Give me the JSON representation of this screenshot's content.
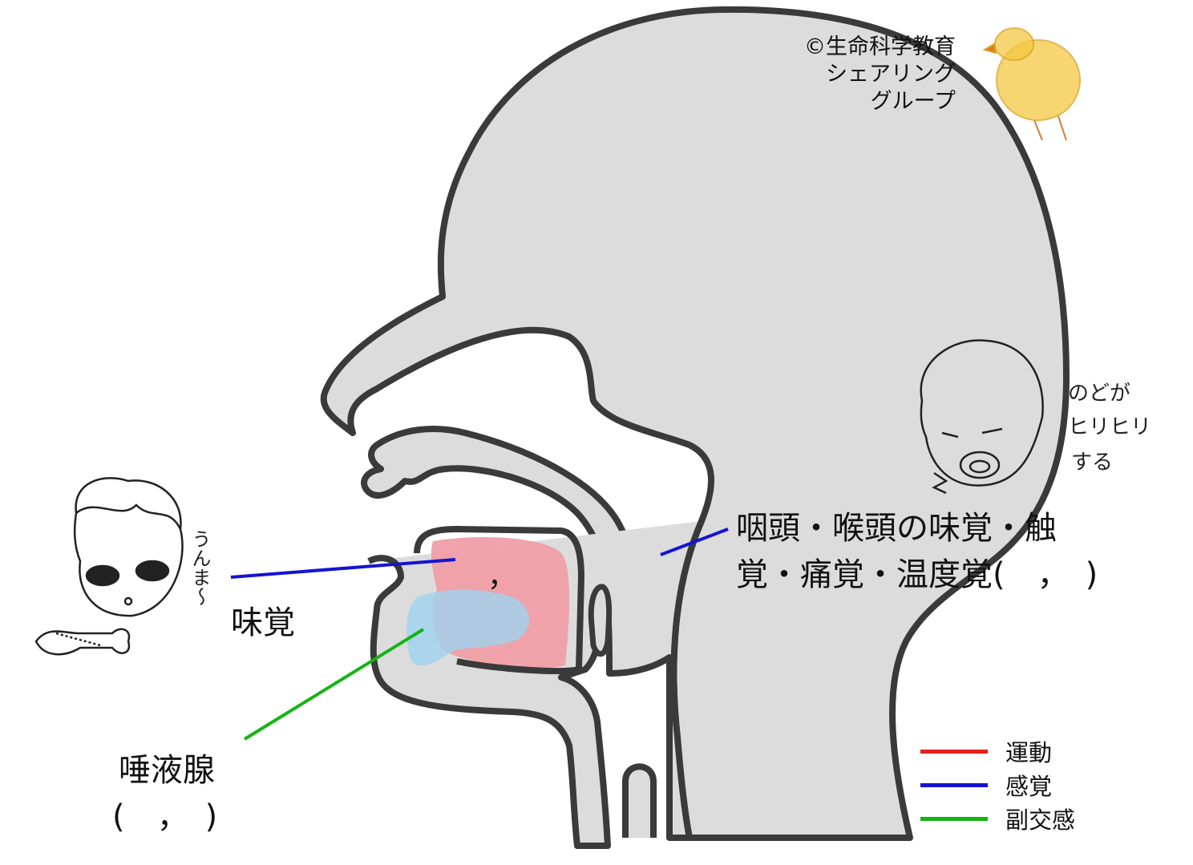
{
  "copyright": {
    "line1": "©生命科学教育",
    "line2": "シェアリング",
    "line3": "グループ"
  },
  "labels": {
    "pharynx_line1": "咽頭・喉頭の味覚・触",
    "pharynx_line2": "覚・痛覚・温度覚(　，　)",
    "taste": "味覚",
    "taste_comma": "，",
    "salivary_line1": "唾液腺",
    "salivary_line2": "(　，　)"
  },
  "handwriting": {
    "left_boy": "うんま〜",
    "right_boy_line1": "のどが",
    "right_boy_line2": "ヒリヒリ",
    "right_boy_line3": "する"
  },
  "legend": [
    {
      "label": "運動",
      "color": "#e3201b"
    },
    {
      "label": "感覚",
      "color": "#1414d2"
    },
    {
      "label": "副交感",
      "color": "#14b414"
    }
  ],
  "colors": {
    "head_fill": "#dcdcdc",
    "outline": "#3a3a3a",
    "tongue": "#ef9ea6",
    "gland": "#9fd3ee",
    "motor": "#e3201b",
    "sensory": "#1414d2",
    "parasympathetic": "#14b414"
  }
}
